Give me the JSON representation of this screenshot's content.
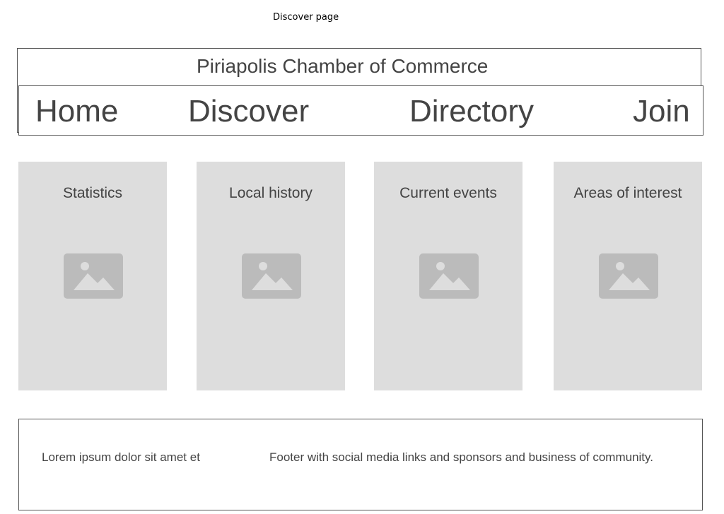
{
  "page_caption": "Discover page",
  "header": {
    "title": "Piriapolis Chamber of Commerce"
  },
  "nav": {
    "items": [
      {
        "label": "Home"
      },
      {
        "label": "Discover"
      },
      {
        "label": "Directory"
      },
      {
        "label": "Join"
      }
    ]
  },
  "cards": [
    {
      "title": "Statistics",
      "icon": "image-placeholder-icon"
    },
    {
      "title": "Local history",
      "icon": "image-placeholder-icon"
    },
    {
      "title": "Current events",
      "icon": "image-placeholder-icon"
    },
    {
      "title": "Areas of interest",
      "icon": "image-placeholder-icon"
    }
  ],
  "footer": {
    "left_text": "Lorem ipsum dolor sit amet et",
    "right_text": "Footer with social media links and sponsors and business of community."
  },
  "colors": {
    "card_background": "#dddddd",
    "placeholder_icon": "#bbbbbb",
    "text": "#444444",
    "border": "#555555"
  }
}
